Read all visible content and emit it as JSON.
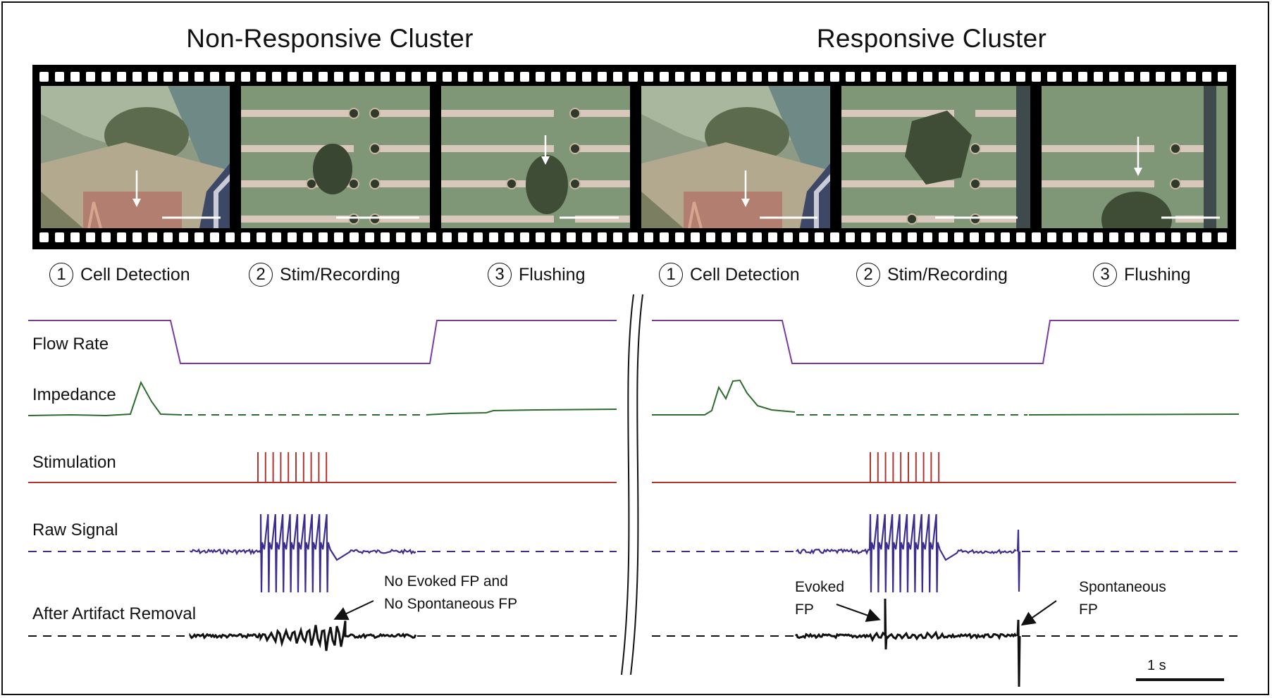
{
  "panels": {
    "left_title": "Non-Responsive Cluster",
    "right_title": "Responsive Cluster"
  },
  "steps": [
    {
      "num": "1",
      "label": "Cell Detection"
    },
    {
      "num": "2",
      "label": "Stim/Recording"
    },
    {
      "num": "3",
      "label": "Flushing"
    },
    {
      "num": "1",
      "label": "Cell Detection"
    },
    {
      "num": "2",
      "label": "Stim/Recording"
    },
    {
      "num": "3",
      "label": "Flushing"
    }
  ],
  "traces": {
    "flow_rate": "Flow Rate",
    "impedance": "Impedance",
    "stimulation": "Stimulation",
    "raw_signal": "Raw Signal",
    "after_artifact_removal": "After Artifact Removal"
  },
  "annotations": {
    "no_fp_line1": "No Evoked FP and",
    "no_fp_line2": "No Spontaneous FP",
    "evoked_line1": "Evoked",
    "evoked_line2": "FP",
    "spont_line1": "Spontaneous",
    "spont_line2": "FP"
  },
  "scale_bar": "1 s",
  "colors": {
    "flow_rate": "#7a3b9c",
    "impedance": "#2e6b2e",
    "stimulation": "#b2342f",
    "raw_signal": "#3b2e8f",
    "after_artifact_removal": "#111111",
    "film": "#000000"
  },
  "stimulation_pulses": 10
}
